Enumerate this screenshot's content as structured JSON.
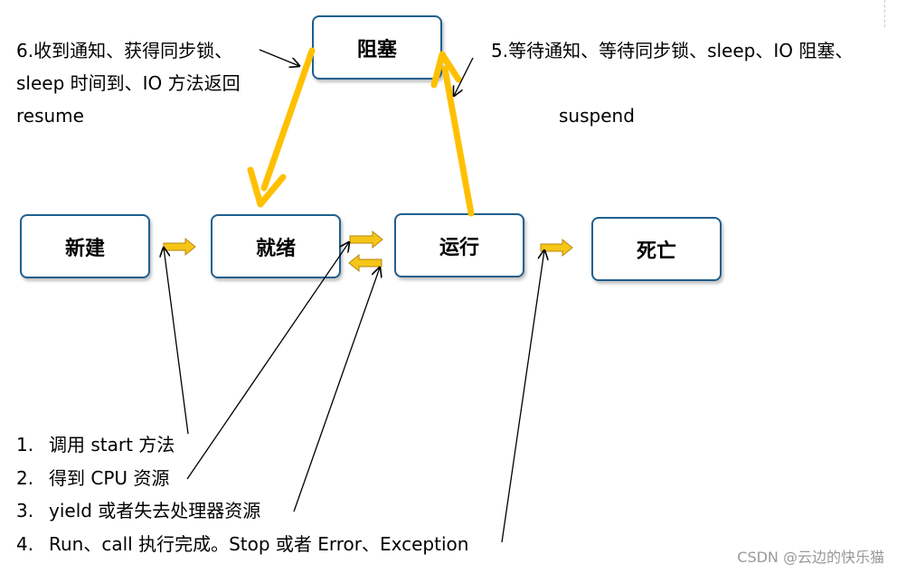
{
  "states": {
    "blocked": "阻塞",
    "new": "新建",
    "ready": "就绪",
    "running": "运行",
    "dead": "死亡"
  },
  "labels": {
    "wake_line1": "6.收到通知、获得同步锁、",
    "wake_line2": "sleep 时间到、IO 方法返回",
    "wake_line3": "resume",
    "block_line1": "5.等待通知、等待同步锁、sleep、IO 阻塞、",
    "block_line2": "suspend"
  },
  "steps": [
    {
      "num": "1.",
      "text": "调用 start 方法"
    },
    {
      "num": "2.",
      "text": "得到 CPU 资源"
    },
    {
      "num": "3.",
      "text": "yield 或者失去处理器资源"
    },
    {
      "num": "4.",
      "text": "Run、call 执行完成。Stop 或者 Error、Exception"
    }
  ],
  "watermark": "CSDN @云边的快乐猫",
  "colors": {
    "box_border": "#1f5f8f",
    "thick_arrow": "#ffc000",
    "block_arrow_fill": "#f5c518",
    "block_arrow_stroke": "#b8860b"
  }
}
